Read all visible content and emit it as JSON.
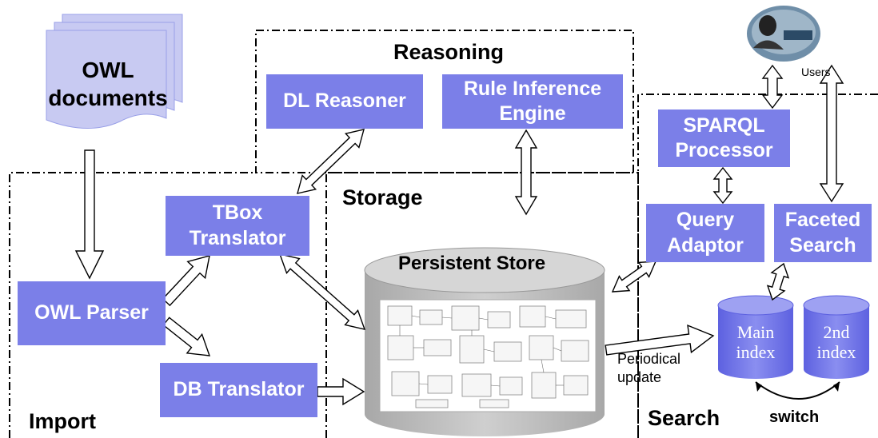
{
  "regions": {
    "reasoning": "Reasoning",
    "storage": "Storage",
    "import": "Import",
    "search": "Search"
  },
  "documents": "OWL\ndocuments",
  "components": {
    "dl_reasoner": "DL Reasoner",
    "rule_engine": "Rule Inference\nEngine",
    "tbox_translator": "TBox\nTranslator",
    "owl_parser": "OWL Parser",
    "db_translator": "DB Translator",
    "sparql_processor": "SPARQL\nProcessor",
    "query_adaptor": "Query\nAdaptor",
    "faceted_search": "Faceted\nSearch"
  },
  "persistent_store": "Persistent Store",
  "indexes": {
    "main": "Main\nindex",
    "second": "2nd\nindex"
  },
  "edge_labels": {
    "periodical_update": "Periodical\nupdate",
    "switch": "switch",
    "users": "Users"
  },
  "colors": {
    "box": "#7b7fe8",
    "doc": "#c8caf2",
    "cylinder": "#b9b9b9",
    "cylinder_top": "#d6d6d6"
  }
}
